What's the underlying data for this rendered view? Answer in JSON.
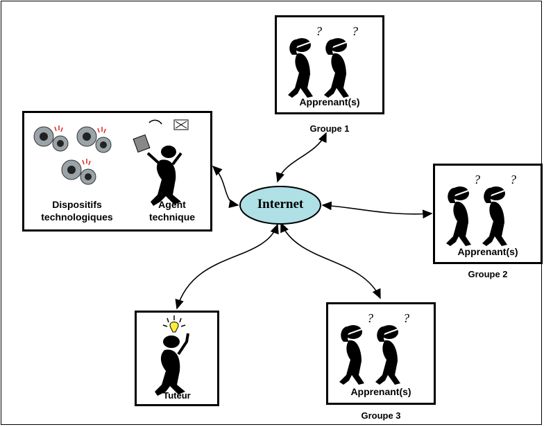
{
  "hub": {
    "label": "Internet",
    "fill": "#aee0e6"
  },
  "groups": [
    {
      "box_label": "Apprenant(s)",
      "caption": "Groupe 1"
    },
    {
      "box_label": "Apprenant(s)",
      "caption": "Groupe 2"
    },
    {
      "box_label": "Apprenant(s)",
      "caption": "Groupe 3"
    }
  ],
  "tech": {
    "left_label_1": "Dispositifs",
    "left_label_2": "technologiques",
    "right_label_1": "Agent",
    "right_label_2": "technique"
  },
  "tutor": {
    "label": "Tuteur"
  },
  "icons": {
    "learner": "thinking-person-icon",
    "tutor": "idea-person-icon",
    "gears": "gears-icon",
    "agent": "juggling-person-icon"
  },
  "glyphs": {
    "question": "?"
  },
  "colors": {
    "lightbulb": "#ffeb3b",
    "gear": "#9aa4a8",
    "spark": "#e02020"
  }
}
